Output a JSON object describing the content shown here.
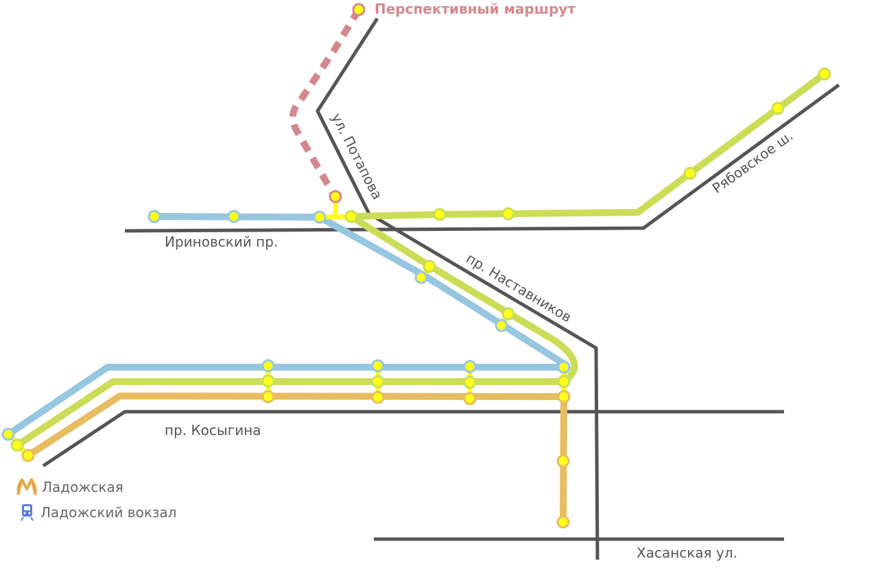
{
  "map": {
    "streets": {
      "potapova": "ул. Потапова",
      "irinovsky": "Ириновский пр.",
      "nastavnikov": "пр. Наставников",
      "ryabovskoe": "Рябовское ш.",
      "kosygina": "пр. Косыгина",
      "khasanskaya": "Хасанская ул."
    },
    "prospective_route": "Перспективный маршрут",
    "legend": {
      "metro": "Ладожская",
      "railway": "Ладожский вокзал"
    },
    "routes": [
      {
        "id": "blue",
        "color": "#96c6e0"
      },
      {
        "id": "green",
        "color": "#cbdd57"
      },
      {
        "id": "orange",
        "color": "#e8bc60"
      },
      {
        "id": "prospective",
        "color": "#d4888e"
      }
    ],
    "colors": {
      "road": "#555555",
      "stop_fill": "#ffff1a",
      "connector": "#ffff1a",
      "metro_logo": "#e8a64a",
      "railway_icon": "#5a78e0",
      "prospective_text": "#d4888e"
    },
    "icons": {
      "metro": "metro-logo-icon",
      "railway": "train-icon"
    }
  }
}
